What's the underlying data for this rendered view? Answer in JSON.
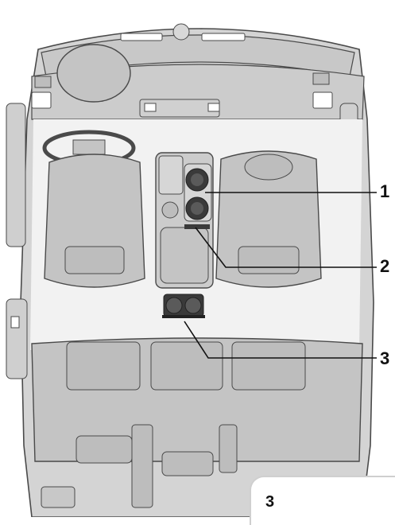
{
  "callouts": [
    {
      "id": "1",
      "label": "1"
    },
    {
      "id": "2",
      "label": "2"
    },
    {
      "id": "3",
      "label": "3"
    }
  ],
  "caption": {
    "label": "3"
  },
  "colors": {
    "body": "#d4d4d4",
    "outline": "#4a4a4a",
    "seat": "#c4c4c4",
    "floor": "#f2f2f2",
    "dark": "#3a3a3a",
    "leader": "#111111"
  },
  "icons": [
    "cupholder-icon",
    "usb-port-icon",
    "rear-cupholder-icon"
  ]
}
